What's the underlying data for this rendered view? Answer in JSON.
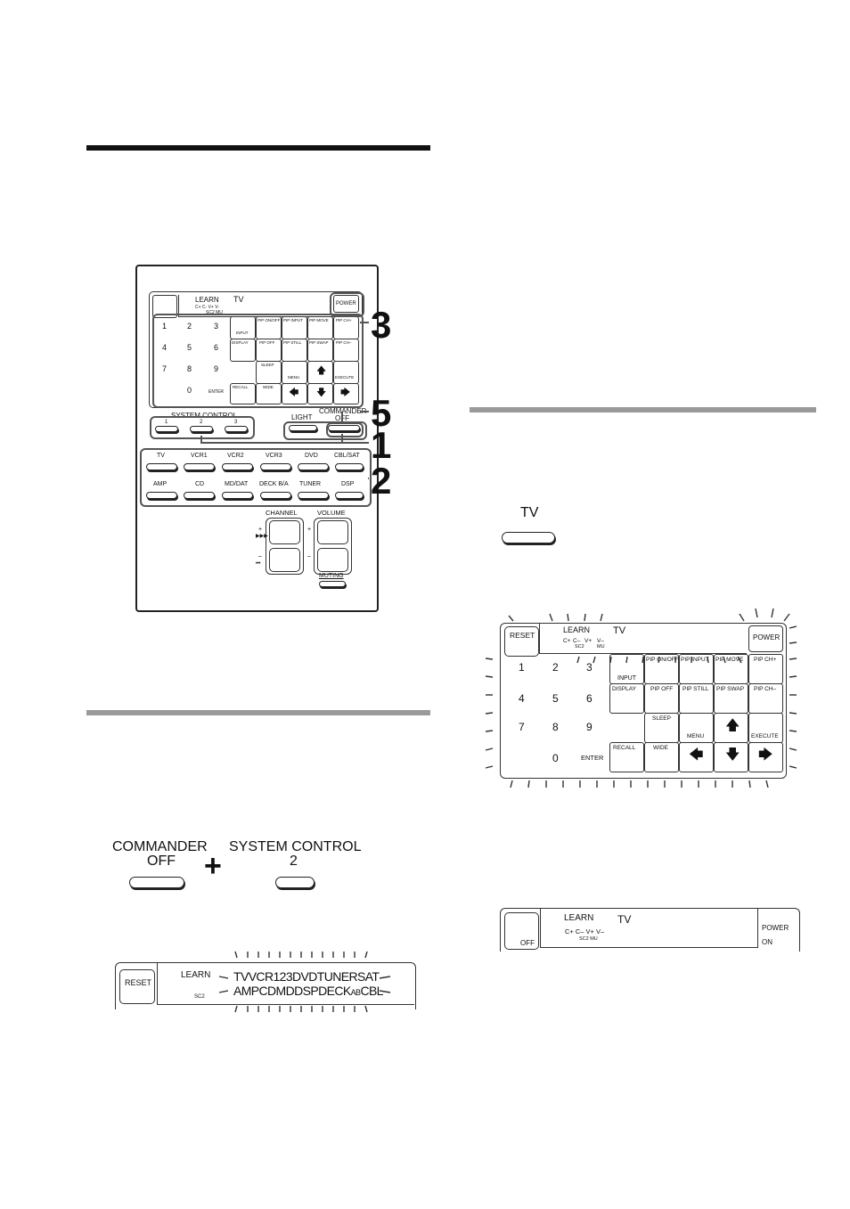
{
  "remote_fig": {
    "learn": "LEARN",
    "tv": "TV",
    "ind_top": "C+ C- V+ V-",
    "ind_bot": "SC2    MU",
    "power": "POWER",
    "keys": [
      "1",
      "2",
      "3",
      "4",
      "5",
      "6",
      "7",
      "8",
      "9",
      "0",
      "ENTER"
    ],
    "fkeys": {
      "input": "INPUT",
      "pip_onoff": "PIP ON/OFF",
      "pip_input": "PIP INPUT",
      "pip_move": "PIP MOVE",
      "pip_chp": "PIP CH+",
      "display": "DISPLAY",
      "pip_off": "PIP OFF",
      "pip_still": "PIP STILL",
      "pip_swap": "PIP SWAP",
      "pip_chm": "PIP CH–",
      "sleep": "SLEEP",
      "menu": "MENU",
      "execute": "EXECUTE",
      "recall": "RECALL",
      "wide": "WIDE"
    },
    "system_control": "SYSTEM CONTROL",
    "sc": [
      "1",
      "2",
      "3"
    ],
    "light": "LIGHT",
    "commander_off": [
      "COMMANDER",
      "OFF"
    ],
    "components": [
      "TV",
      "VCR1",
      "VCR2",
      "VCR3",
      "DVD",
      "CBL/SAT",
      "AMP",
      "CD",
      "MD/DAT",
      "DECK B/A",
      "TUNER",
      "DSP"
    ],
    "channel": "CHANNEL",
    "volume": "VOLUME",
    "muting": "MUTING",
    "plus": "+",
    "minus": "–",
    "callouts": [
      "3",
      "5",
      "1",
      "2"
    ]
  },
  "combo": {
    "commander": "COMMANDER",
    "off": "OFF",
    "plus": "+",
    "system_control": "SYSTEM CONTROL",
    "two": "2"
  },
  "lcd_small": {
    "reset": "RESET",
    "learn": "LEARN",
    "sc2": "SC2",
    "line1": "TVVCR123DVDTUNERSAT",
    "line2a": "AMPCDMDDSPDECK",
    "line2b": "AB",
    "line2c": "CBL"
  },
  "tv_button": {
    "label": "TV"
  },
  "lcd_big": {
    "reset": "RESET",
    "learn": "LEARN",
    "tv": "TV",
    "ind": [
      "C+",
      "C–",
      "V+",
      "V–"
    ],
    "ind_bot": [
      "SC2",
      "MU"
    ],
    "power": "POWER",
    "keys": [
      "1",
      "2",
      "3",
      "4",
      "5",
      "6",
      "7",
      "8",
      "9",
      "0",
      "ENTER"
    ],
    "input": "INPUT",
    "pip_onoff": "PIP ON/OFF",
    "pip_input": "PIP INPUT",
    "pip_move": "PIP MOVE",
    "pip_chp": "PIP CH+",
    "display": "DISPLAY",
    "pip_off": "PIP OFF",
    "pip_still": "PIP STILL",
    "pip_swap": "PIP SWAP",
    "pip_chm": "PIP CH–",
    "sleep": "SLEEP",
    "menu": "MENU",
    "execute": "EXECUTE",
    "recall": "RECALL",
    "wide": "WIDE"
  },
  "lcd_final": {
    "off": "OFF",
    "learn": "LEARN",
    "tv": "TV",
    "ind": "C+ C– V+ V–",
    "ind_bot": "SC2    MU",
    "power": "POWER",
    "on": "ON"
  }
}
